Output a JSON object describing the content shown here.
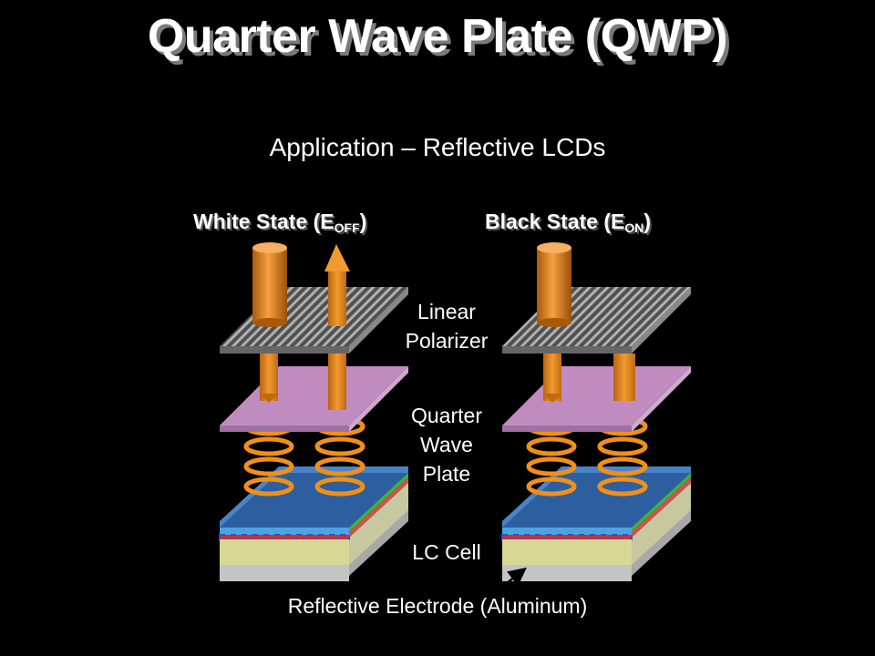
{
  "title": "Quarter Wave Plate (QWP)",
  "subtitle": "Application – Reflective LCDs",
  "white_state": {
    "text": "White State (E",
    "sub": "OFF",
    "close": ")"
  },
  "black_state": {
    "text": "Black State (E",
    "sub": "ON",
    "close": ")"
  },
  "labels": {
    "linear_polarizer_1": "Linear",
    "linear_polarizer_2": "Polarizer",
    "qwp_1": "Quarter",
    "qwp_2": "Wave",
    "qwp_3": "Plate",
    "lc_cell": "LC Cell",
    "reflective_electrode": "Reflective Electrode (Aluminum)"
  },
  "colors": {
    "background": "#000000",
    "polarizer": "#777777",
    "quarter_wave_plate": "#c08cc0",
    "lc_top": "#2d5fa0",
    "lc_body": "#e0e0a0",
    "electrode": "#cfcfcf",
    "light": "#f0901a"
  }
}
